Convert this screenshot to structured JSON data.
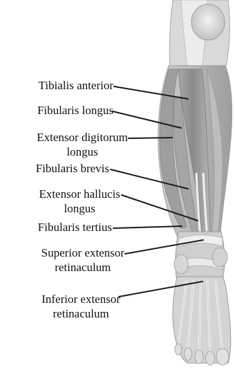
{
  "colors": {
    "leader_line": "#1a1a1a",
    "muscle_dark": "#8c8c8c",
    "muscle_light": "#c9c9c9",
    "tendon": "#eeeeee",
    "label_text": "#111111"
  },
  "labels": {
    "tibialis_anterior": {
      "lines": [
        "Tibialis anterior"
      ]
    },
    "fibularis_longus": {
      "lines": [
        "Fibularis longus"
      ]
    },
    "extensor_digitorum_longus": {
      "lines": [
        "Extensor digitorum",
        "longus"
      ]
    },
    "fibularis_brevis": {
      "lines": [
        "Fibularis brevis"
      ]
    },
    "extensor_hallucis_longus": {
      "lines": [
        "Extensor hallucis",
        "longus"
      ]
    },
    "fibularis_tertius": {
      "lines": [
        "Fibularis tertius"
      ]
    },
    "superior_extensor_retinaculum": {
      "lines": [
        "Superior extensor",
        "retinaculum"
      ]
    },
    "inferior_extensor_retinaculum": {
      "lines": [
        "Inferior extensor",
        "retinaculum"
      ]
    }
  }
}
